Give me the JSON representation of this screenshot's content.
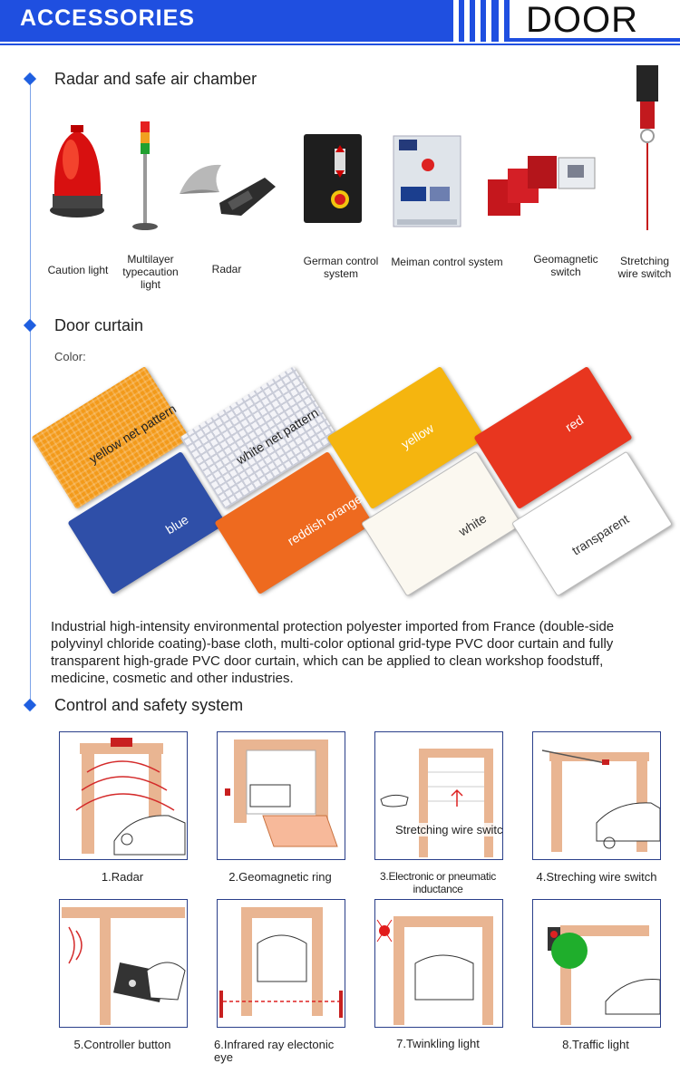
{
  "header": {
    "left_title": "ACCESSORIES",
    "right_title": "DOOR"
  },
  "sections": {
    "radar": {
      "title": "Radar and safe air chamber"
    },
    "curtain": {
      "title": "Door curtain",
      "color_label": "Color:"
    },
    "control": {
      "title": "Control and safety system"
    }
  },
  "accessories": [
    "Caution light",
    "Multilayer typecaution light",
    "Radar",
    "German control system",
    "Meiman control system",
    "Geomagnetic switch",
    "Stretching wire switch"
  ],
  "swatches": [
    {
      "label": "yellow net pattern",
      "color": "#f39a1a"
    },
    {
      "label": "white net pattern",
      "color": "#f4f4f8"
    },
    {
      "label": "yellow",
      "color": "#f5b50f"
    },
    {
      "label": "red",
      "color": "#e8361f"
    },
    {
      "label": "blue",
      "color": "#2f4fa8"
    },
    {
      "label": "reddish orange",
      "color": "#ee6a1f"
    },
    {
      "label": "white",
      "color": "#fbf8f0"
    },
    {
      "label": "transparent",
      "color": "#ffffff"
    }
  ],
  "description": "Industrial high-intensity environmental protection polyester imported from France (double-side polyvinyl chloride coating)-base cloth, multi-color optional grid-type PVC door curtain and fully transparent high-grade PVC door curtain, which can be applied to clean workshop foodstuff, medicine, cosmetic and other industries.",
  "control_items": [
    {
      "caption": "1.Radar"
    },
    {
      "caption": "2.Geomagnetic ring"
    },
    {
      "caption": "3.Electronic or pneumatic inductance",
      "overlay": "Stretching wire switch"
    },
    {
      "caption": "4.Streching wire switch"
    },
    {
      "caption": "5.Controller button"
    },
    {
      "caption": "6.Infrared ray electonic eye"
    },
    {
      "caption": "7.Twinkling light"
    },
    {
      "caption": "8.Traffic light"
    }
  ]
}
